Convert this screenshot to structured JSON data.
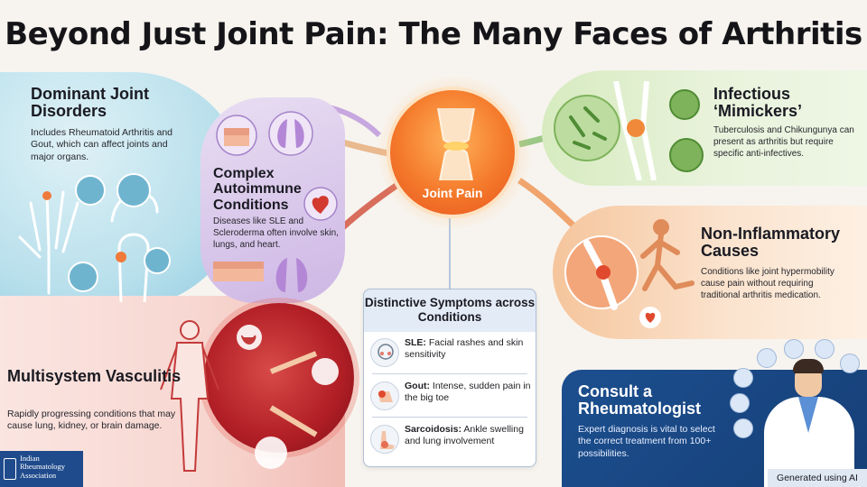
{
  "title": "Beyond Just Joint Pain: The Many Faces of Arthritis",
  "center": {
    "label": "Joint Pain"
  },
  "sections": {
    "dominant": {
      "title": "Dominant Joint Disorders",
      "text": "Includes Rheumatoid Arthritis and Gout, which can affect joints and major organs."
    },
    "autoimmune": {
      "title": "Complex Autoimmune Conditions",
      "text": "Diseases like SLE and Scleroderma often involve skin, lungs, and heart."
    },
    "infectious": {
      "title": "Infectious ‘Mimickers’",
      "text": "Tuberculosis and Chikungunya can present as arthritis but require specific anti-infectives."
    },
    "noninflammatory": {
      "title": "Non-Inflammatory Causes",
      "text": "Conditions like joint hypermobility cause pain without requiring traditional arthritis medication."
    },
    "vasculitis": {
      "title": "Multisystem Vasculitis",
      "text": "Rapidly progressing conditions that may cause lung, kidney, or brain damage."
    },
    "consult": {
      "title": "Consult a Rheumatologist",
      "text": "Expert diagnosis is vital to select the correct treatment from 100+ possibilities."
    }
  },
  "symptoms": {
    "title": "Distinctive Symptoms across Conditions",
    "items": [
      {
        "name": "SLE:",
        "text": "Facial rashes and skin sensitivity",
        "icon": "face-icon"
      },
      {
        "name": "Gout:",
        "text": "Intense, sudden pain in the big toe",
        "icon": "foot-toe-icon"
      },
      {
        "name": "Sarcoidosis:",
        "text": "Ankle swelling and lung involvement",
        "icon": "ankle-icon"
      }
    ]
  },
  "footer": {
    "logo_text": "Indian Rheumatology Association",
    "generated": "Generated using AI"
  },
  "colors": {
    "blue_region": "#b9e0ec",
    "purple_region": "#cdb6e4",
    "green_region": "#d7ebc0",
    "orange_region": "#f5c59c",
    "red_region": "#b01e25",
    "navy_region": "#1c4f8f",
    "center": "#f47a2b"
  }
}
